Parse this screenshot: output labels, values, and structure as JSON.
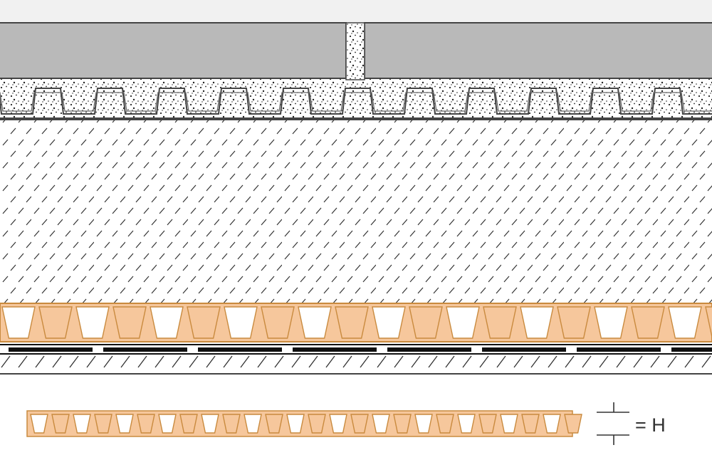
{
  "diagram": {
    "description_layers": [
      "tile",
      "tile-joint-grout",
      "thin-bed-mortar",
      "uncoupling-membrane",
      "screed",
      "insulation-board",
      "separation-layer",
      "structural-slab"
    ],
    "legend": {
      "symbol_label": "= H"
    },
    "colors": {
      "background": "#ffffff",
      "top_band": "#f1f1f1",
      "tile": "#b9b9b9",
      "outline": "#444444",
      "insulation_fill": "#f6c79c",
      "insulation_edge": "#c98a3e",
      "separation": "#111111"
    }
  }
}
